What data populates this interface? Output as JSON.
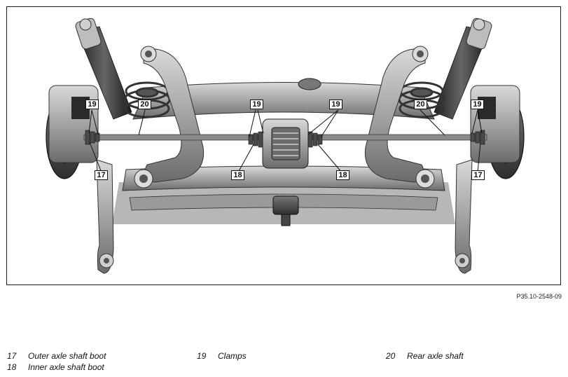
{
  "figure": {
    "id": "P35.10-2548-09",
    "callouts": [
      {
        "key": "c19-left",
        "label": "19"
      },
      {
        "key": "c20-left",
        "label": "20"
      },
      {
        "key": "c19-center-left",
        "label": "19"
      },
      {
        "key": "c19-center-right",
        "label": "19"
      },
      {
        "key": "c20-right",
        "label": "20"
      },
      {
        "key": "c19-right",
        "label": "19"
      },
      {
        "key": "c17-left",
        "label": "17"
      },
      {
        "key": "c18-left",
        "label": "18"
      },
      {
        "key": "c18-right",
        "label": "18"
      },
      {
        "key": "c17-right",
        "label": "17"
      }
    ]
  },
  "legend": [
    {
      "number": "17",
      "text": "Outer axle shaft boot"
    },
    {
      "number": "18",
      "text": "Inner axle shaft boot"
    },
    {
      "number": "19",
      "text": "Clamps"
    },
    {
      "number": "20",
      "text": "Rear axle shaft"
    }
  ]
}
